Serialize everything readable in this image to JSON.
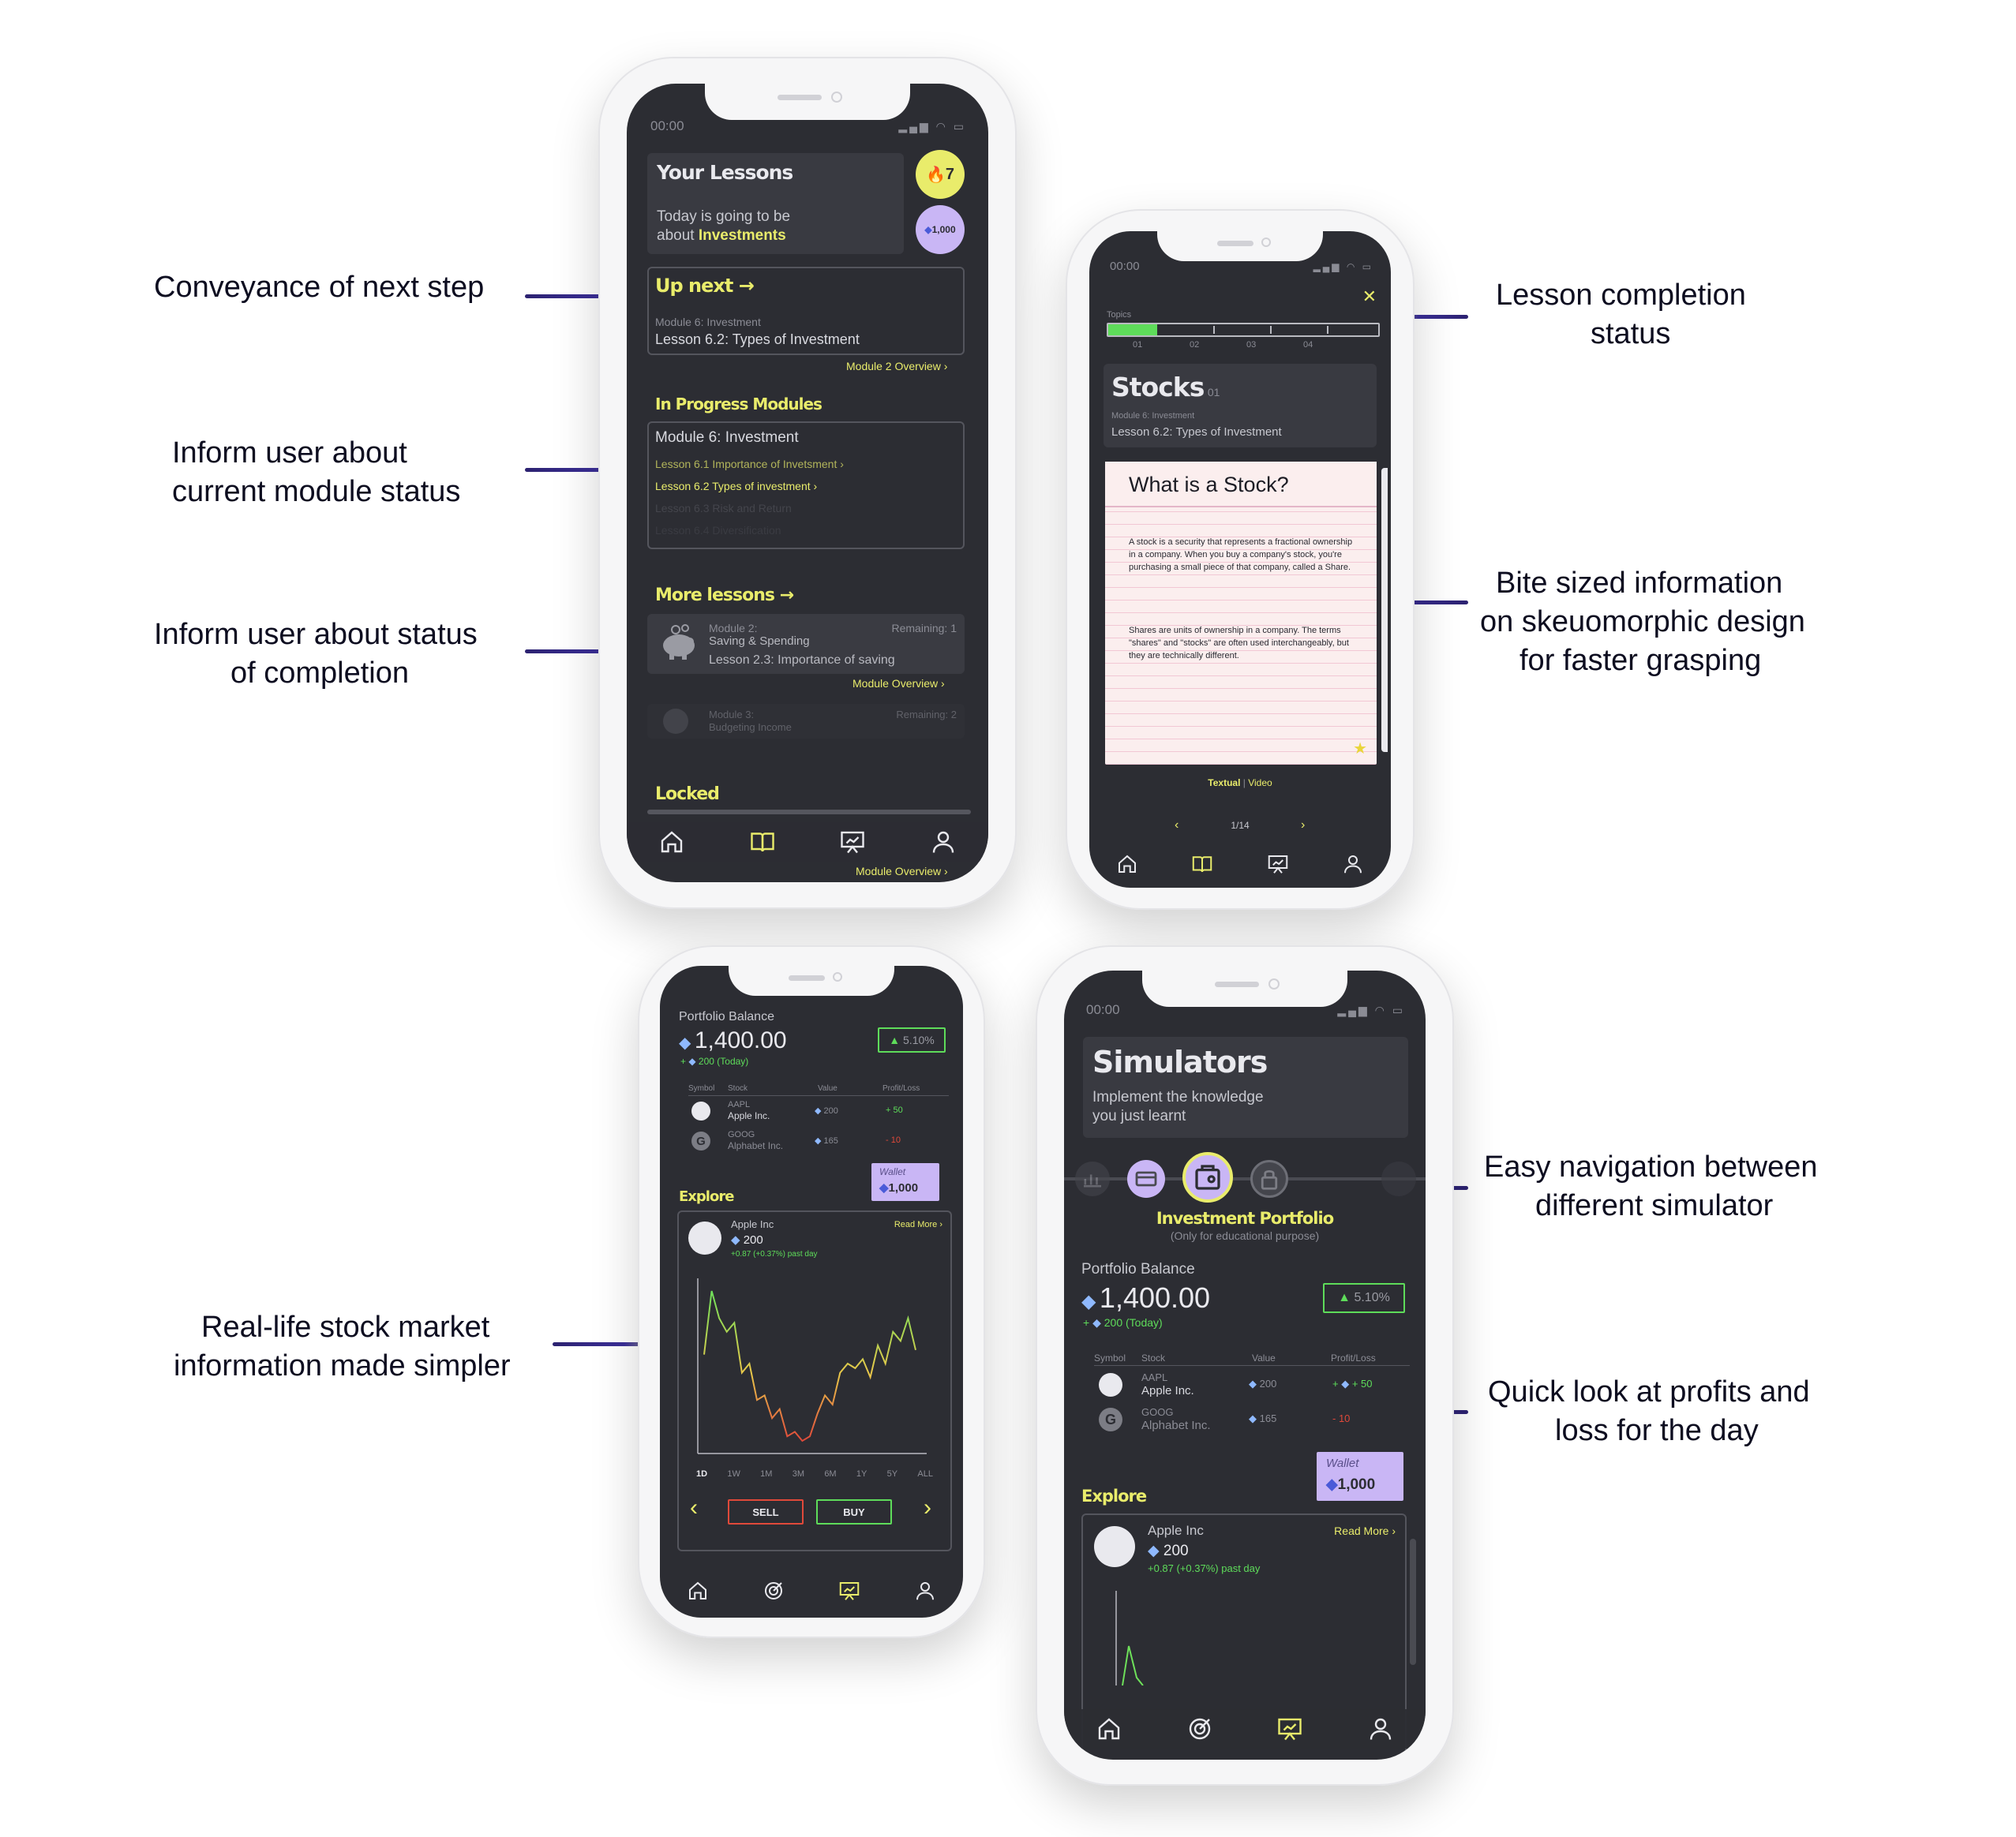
{
  "annotations": {
    "next_step": "Conveyance of next step",
    "module_status_1": "Inform user about",
    "module_status_2": "current module status",
    "completion_1": "Inform user about status",
    "completion_2": "of completion",
    "real_life_1": "Real-life stock market",
    "real_life_2": "information made simpler",
    "lesson_completion_1": "Lesson completion",
    "lesson_completion_2": "status",
    "bite_1": "Bite sized information",
    "bite_2": "on skeuomorphic design",
    "bite_3": "for faster grasping",
    "easy_nav_1": "Easy navigation between",
    "easy_nav_2": "different simulator",
    "quick_look_1": "Quick look at profits and",
    "quick_look_2": "loss for the day"
  },
  "status_bar": {
    "time": "00:00"
  },
  "lessons_screen": {
    "title": "Your Lessons",
    "subtitle_1": "Today is going to be",
    "subtitle_2": "about",
    "subtitle_bold": "Investments",
    "streak": "7",
    "gems": "1,000",
    "up_next": "Up next",
    "up_next_module": "Module 6: Investment",
    "up_next_lesson": "Lesson 6.2: Types of Investment",
    "module2_overview": "Module 2 Overview",
    "in_progress": "In Progress Modules",
    "module6": "Module 6: Investment",
    "lesson61": "Lesson 6.1  Importance of Invetsment",
    "lesson62": "Lesson 6.2  Types of investment",
    "lesson63": "Lesson 6.3  Risk and Return",
    "lesson64": "Lesson 6.4  Diversification",
    "more_lessons": "More lessons",
    "m2_label": "Module 2:",
    "m2_name": "Saving & Spending",
    "m2_remaining": "Remaining: 1",
    "m2_lesson": "Lesson 2.3: Importance of saving",
    "module_overview": "Module Overview",
    "m3_label": "Module 3:",
    "m3_name": "Budgeting Income",
    "m3_remaining": "Remaining: 2",
    "locked": "Locked",
    "locked_overview": "Module Overview"
  },
  "lesson_screen": {
    "topics": "Topics",
    "ticks": [
      "01",
      "02",
      "03",
      "04"
    ],
    "progress": 0.18,
    "title": "Stocks",
    "title_num": "01",
    "module": "Module 6: Investment",
    "lesson": "Lesson 6.2: Types of Investment",
    "question": "What is a Stock?",
    "para1": "A stock is a security that represents a fractional ownership in a company. When you buy a company's stock, you're purchasing a small piece of that company, called a Share.",
    "para2": "Shares are units of ownership in a company. The terms \"shares\" and \"stocks\" are often used interchangeably, but they are technically different.",
    "mode_textual": "Textual",
    "mode_sep": "|",
    "mode_video": "Video",
    "page": "1/14"
  },
  "portfolio_small": {
    "balance_label": "Portfolio Balance",
    "balance": "1,400.00",
    "change_pct": "5.10%",
    "today": "200 (Today)",
    "headers": [
      "Symbol",
      "Stock",
      "Value",
      "Profit/Loss"
    ],
    "rows": [
      {
        "ticker": "AAPL",
        "name": "Apple Inc.",
        "value": "200",
        "pl": "+ 50"
      },
      {
        "ticker": "GOOG",
        "name": "Alphabet Inc.",
        "value": "165",
        "pl": "- 10"
      }
    ],
    "wallet_label": "Wallet",
    "wallet_value": "1,000",
    "explore": "Explore",
    "stock_name": "Apple Inc",
    "stock_value": "200",
    "stock_change": "+0.87 (+0.37%) past day",
    "read_more": "Read More",
    "ranges": [
      "1D",
      "1W",
      "1M",
      "3M",
      "6M",
      "1Y",
      "5Y",
      "ALL"
    ],
    "sell": "SELL",
    "buy": "BUY"
  },
  "chart_data": {
    "type": "line",
    "values": [
      22,
      36,
      30,
      27,
      29,
      18,
      20,
      12,
      13,
      8,
      10,
      4,
      5,
      3,
      4,
      9,
      13,
      11,
      18,
      20,
      19,
      21,
      17,
      24,
      20,
      27,
      25,
      30,
      23
    ]
  },
  "simulators_screen": {
    "title": "Simulators",
    "subtitle_1": "Implement the knowledge",
    "subtitle_2": "you just learnt",
    "selected": "Investment Portfolio",
    "note": "(Only for educational purpose)",
    "balance_label": "Portfolio Balance",
    "balance": "1,400.00",
    "change_pct": "5.10%",
    "today": "200 (Today)",
    "headers": [
      "Symbol",
      "Stock",
      "Value",
      "Profit/Loss"
    ],
    "rows": [
      {
        "ticker": "AAPL",
        "name": "Apple Inc.",
        "value": "200",
        "pl": "+ 50"
      },
      {
        "ticker": "GOOG",
        "name": "Alphabet Inc.",
        "value": "165",
        "pl": "- 10"
      }
    ],
    "wallet_label": "Wallet",
    "wallet_value": "1,000",
    "explore": "Explore",
    "stock_name": "Apple Inc",
    "stock_value": "200",
    "stock_change": "+0.87 (+0.37%) past day",
    "read_more": "Read More"
  },
  "colors": {
    "accent": "#e9ec6b",
    "positive": "#5edc5a",
    "negative": "#e0493a",
    "screen_bg": "#2c2d33",
    "wallet": "#c9b6f5"
  }
}
